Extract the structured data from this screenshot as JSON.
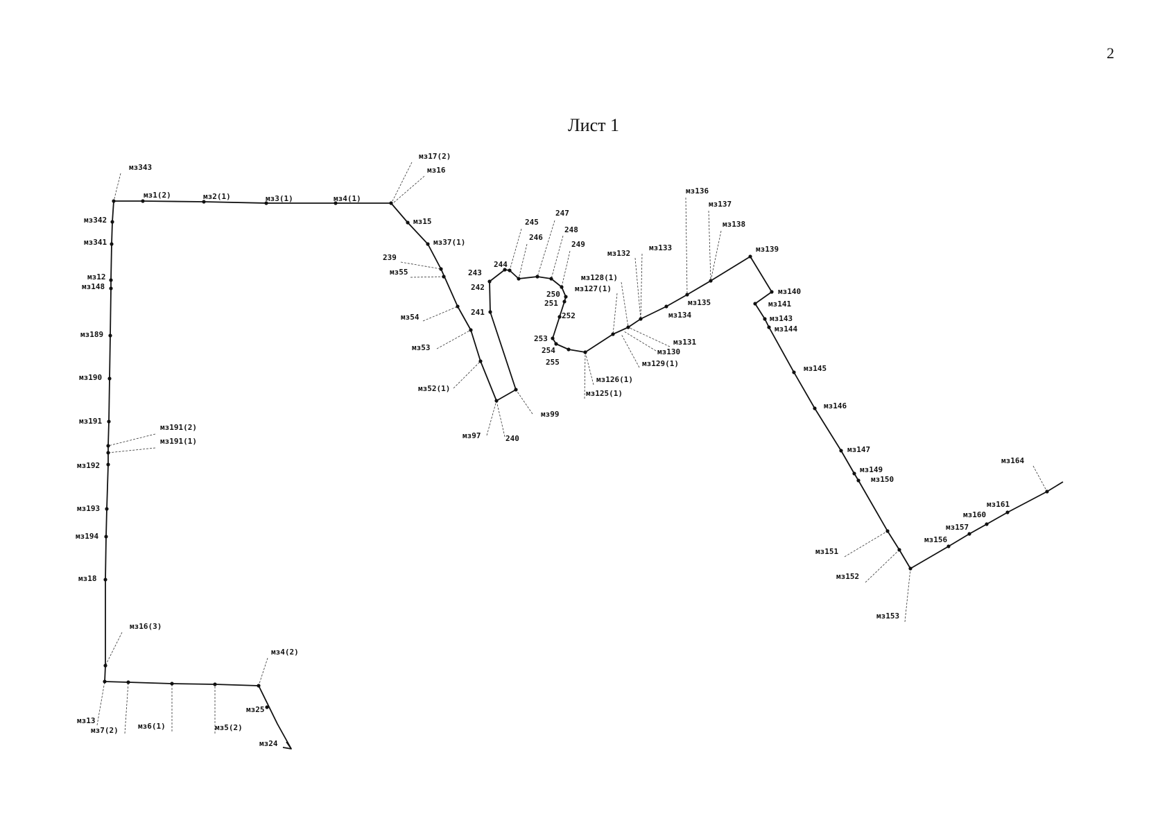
{
  "page_number": "2",
  "sheet_title": "Лист 1",
  "boundary_points": [
    "мз343",
    "мз1(2)",
    "мз2(1)",
    "мз3(1)",
    "мз4(1)",
    "мз17(2)",
    "мз16",
    "мз15",
    "мз37(1)",
    "239",
    "мз55",
    "мз54",
    "мз53",
    "мз52(1)",
    "мз97",
    "240",
    "мз99",
    "241",
    "242",
    "243",
    "244",
    "245",
    "246",
    "247",
    "248",
    "249",
    "250",
    "251",
    "252",
    "253",
    "254",
    "255",
    "мз126(1)",
    "мз125(1)",
    "мз127(1)",
    "мз128(1)",
    "мз132",
    "мз133",
    "мз131",
    "мз130",
    "мз129(1)",
    "мз134",
    "мз135",
    "мз136",
    "мз137",
    "мз138",
    "мз139",
    "мз140",
    "мз141",
    "мз143",
    "мз144",
    "мз145",
    "мз146",
    "мз147",
    "мз149",
    "мз150",
    "мз151",
    "мз152",
    "мз153",
    "мз156",
    "мз157",
    "мз160",
    "мз161",
    "мз164",
    "мз342",
    "мз341",
    "мз12",
    "мз148",
    "мз189",
    "мз190",
    "мз191",
    "мз191(2)",
    "мз191(1)",
    "мз192",
    "мз193",
    "мз194",
    "мз18",
    "мз16(3)",
    "мз13",
    "мз7(2)",
    "мз6(1)",
    "мз5(2)",
    "мз4(2)",
    "мз25",
    "мз24"
  ]
}
